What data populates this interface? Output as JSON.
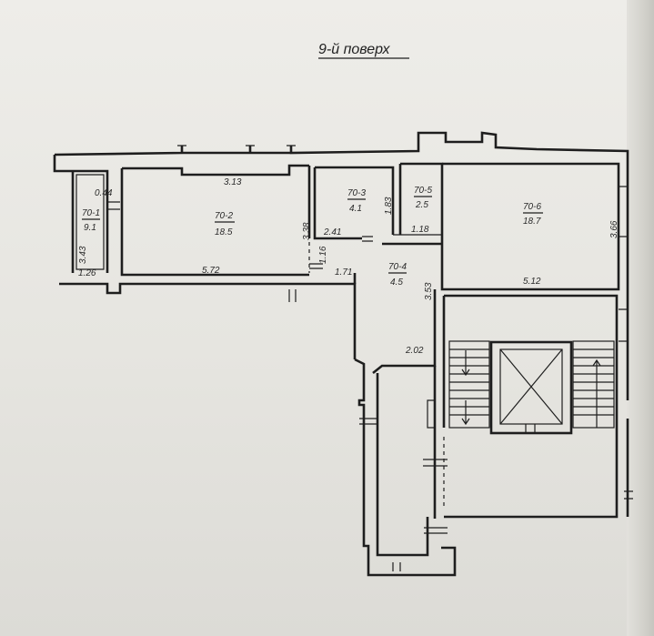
{
  "title": "9-й поверх",
  "rooms": [
    {
      "id": "70-1",
      "area": "9.1"
    },
    {
      "id": "70-2",
      "area": "18.5"
    },
    {
      "id": "70-3",
      "area": "4.1"
    },
    {
      "id": "70-4",
      "area": "4.5"
    },
    {
      "id": "70-5",
      "area": "2.5"
    },
    {
      "id": "70-6",
      "area": "18.7"
    }
  ],
  "dimensions": {
    "d_0_44": "0.44",
    "d_3_43": "3.43",
    "d_1_26": "1.26",
    "d_3_13": "3.13",
    "d_3_38": "3.38",
    "d_5_72": "5.72",
    "d_1_16": "1.16",
    "d_1_71": "1.71",
    "d_2_41": "2.41",
    "d_1_83": "1.83",
    "d_1_18": "1.18",
    "d_3_53": "3.53",
    "d_3_66": "3.66",
    "d_5_12": "5.12",
    "d_2_02": "2.02"
  }
}
